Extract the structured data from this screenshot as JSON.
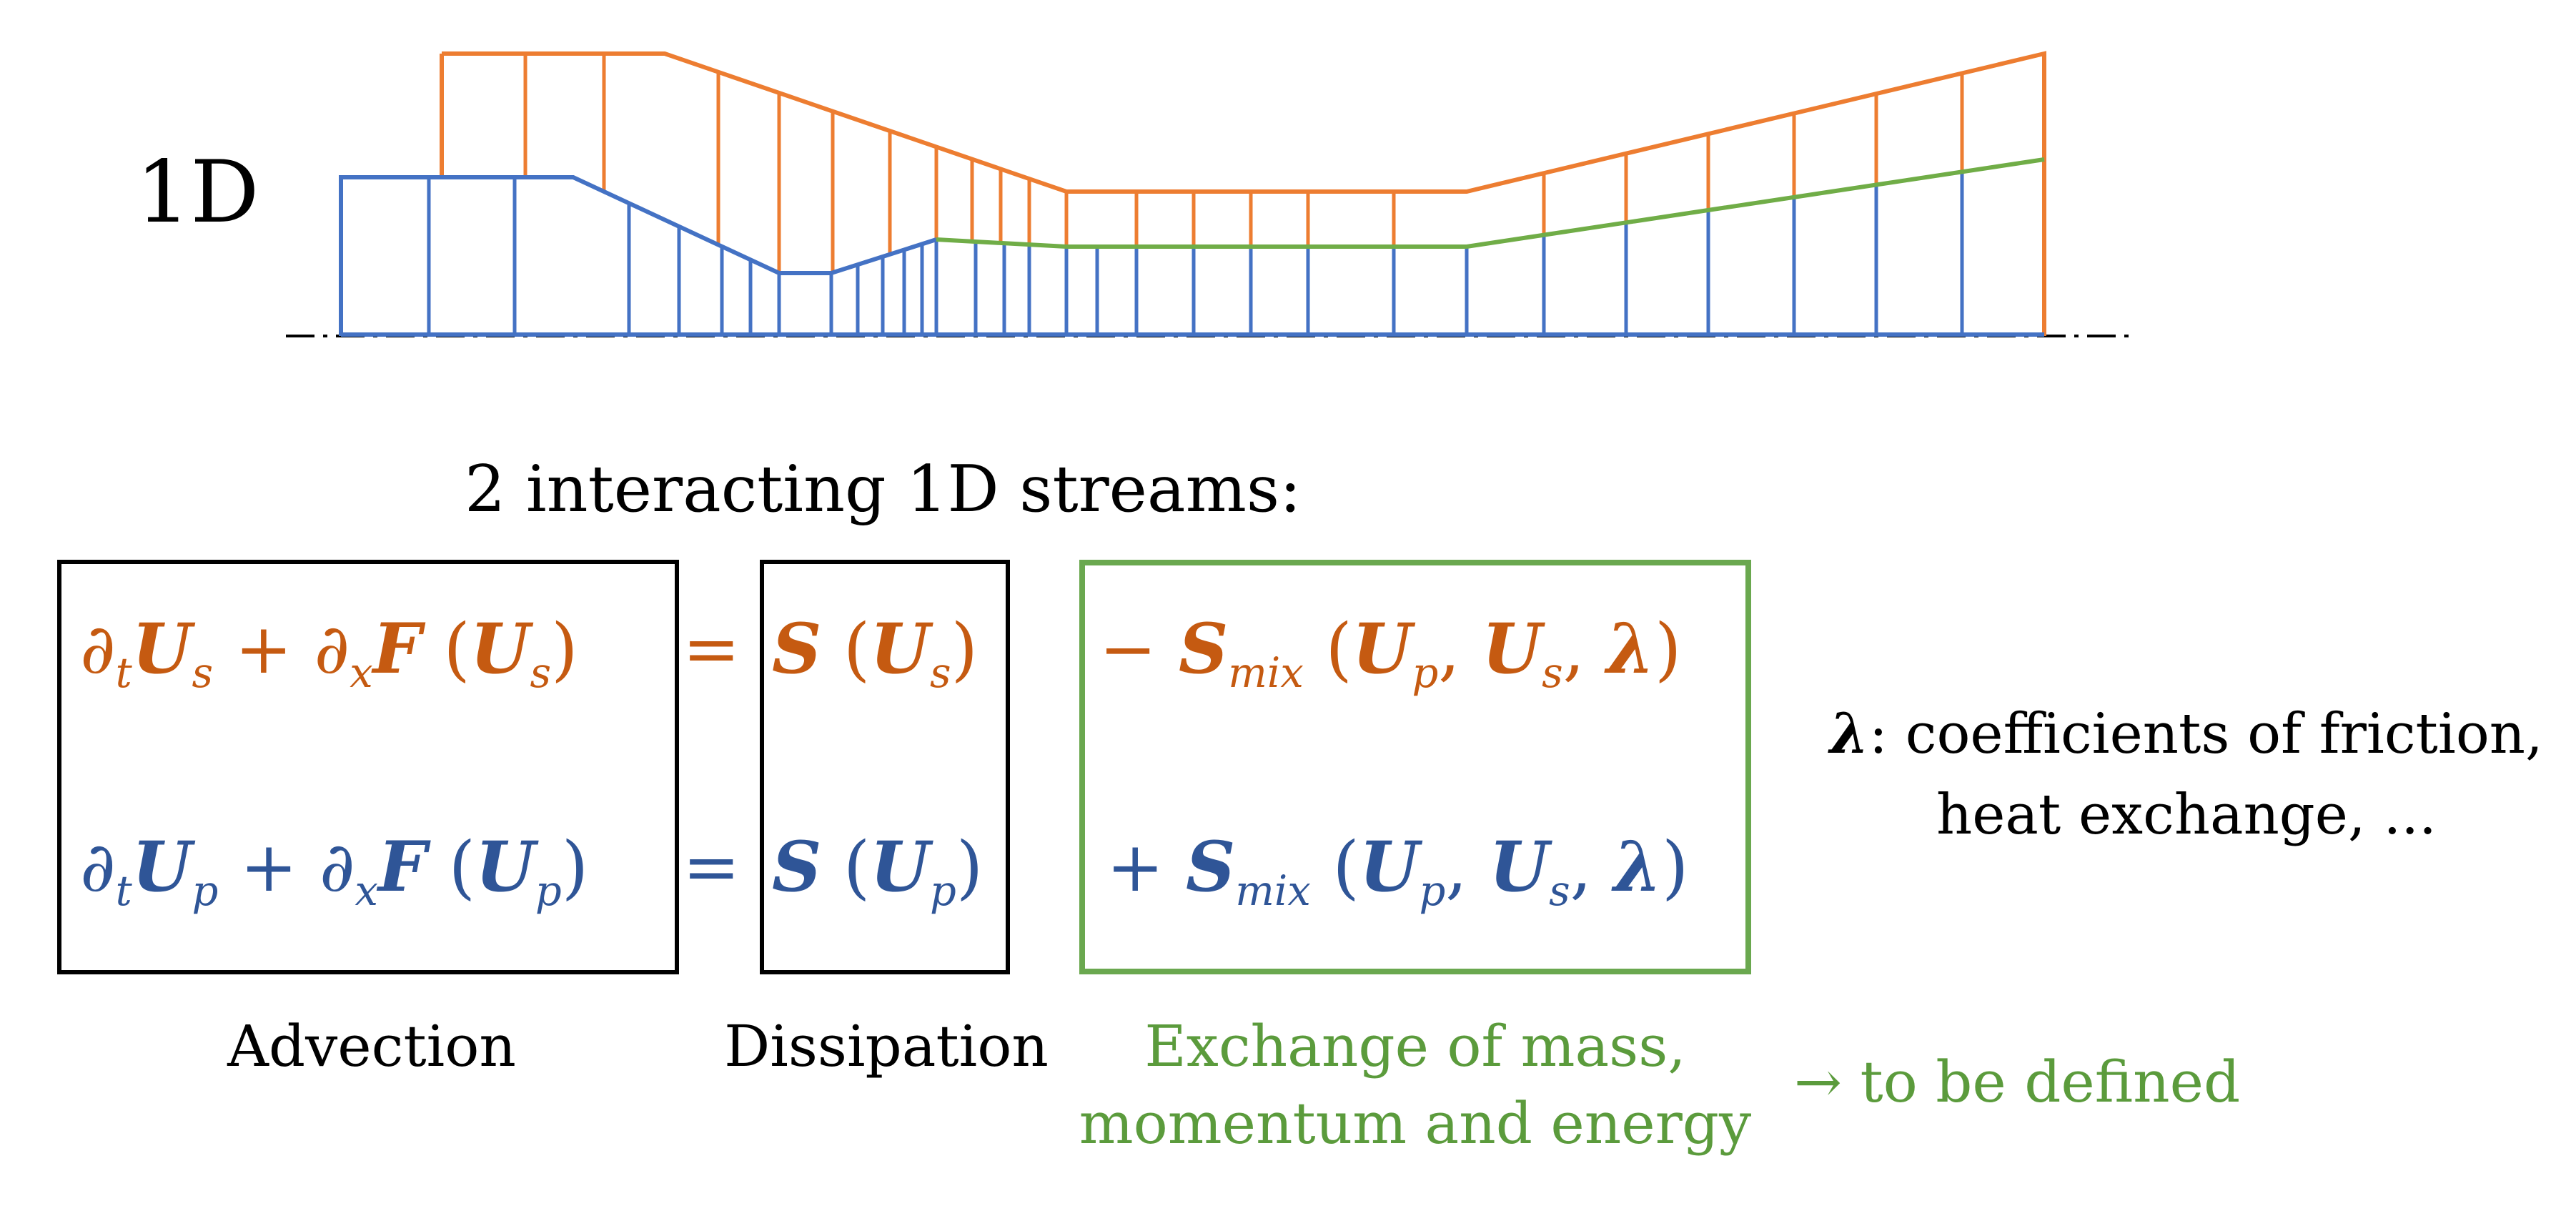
{
  "top_label": "1D",
  "subtitle": "2 interacting 1D streams:",
  "colors": {
    "secondary_stream": "#ed7d31",
    "primary_stream": "#4472c4",
    "interface": "#70ad47",
    "eq_secondary": "#c55a11",
    "eq_primary": "#2f5597",
    "exchange": "#5b9b3c"
  },
  "equations": {
    "secondary": {
      "lhs_parts": [
        "∂",
        "t",
        "U",
        "s",
        " + ∂",
        "x",
        "F",
        " (",
        "U",
        "s",
        ")"
      ],
      "equals": "=",
      "dissipation": "S (U_s)",
      "exchange": "− S_mix (U_p, U_s, λ)"
    },
    "primary": {
      "equals": "=",
      "dissipation": "S (U_p)",
      "exchange": "+ S_mix (U_p, U_s, λ)"
    }
  },
  "side_note": {
    "symbol": "λ",
    "line1": ": coefficients of friction,",
    "line2": "heat exchange, ..."
  },
  "captions": {
    "advection": "Advection",
    "dissipation": "Dissipation",
    "exchange_line1": "Exchange of mass,",
    "exchange_line2": "momentum and energy",
    "to_be_defined": "→ to be defined"
  }
}
